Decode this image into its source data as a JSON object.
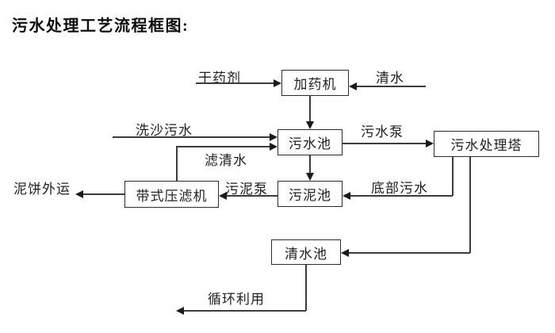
{
  "title": "污水处理工艺流程框图:",
  "diagram": {
    "type": "flowchart",
    "nodes": {
      "dosing_machine": {
        "label": "加药机"
      },
      "sewage_pool": {
        "label": "污水池"
      },
      "treatment_tower": {
        "label": "污水处理塔"
      },
      "belt_filter_press": {
        "label": "带式压滤机"
      },
      "sludge_pool": {
        "label": "污泥池"
      },
      "clear_water_pool": {
        "label": "清水池"
      }
    },
    "edges": {
      "dry_agent": {
        "label": "干药剂",
        "from": "external",
        "to": "加药机"
      },
      "clear_water_in": {
        "label": "清水",
        "from": "external",
        "to": "加药机"
      },
      "dosing_to_sewage_pool": {
        "label": "",
        "from": "加药机",
        "to": "污水池"
      },
      "sand_washing_sewage": {
        "label": "洗沙污水",
        "from": "external",
        "to": "污水池"
      },
      "filtered_water": {
        "label": "滤清水",
        "from": "带式压滤机",
        "to": "污水池"
      },
      "sewage_pump": {
        "label": "污水泵",
        "from": "污水池",
        "to": "污水处理塔"
      },
      "sewage_pool_to_sludge_pool": {
        "label": "",
        "from": "污水池",
        "to": "污泥池"
      },
      "sludge_pump": {
        "label": "污泥泵",
        "from": "污泥池",
        "to": "带式压滤机"
      },
      "mud_cake_out": {
        "label": "泥饼外运",
        "from": "带式压滤机",
        "to": "external"
      },
      "bottom_sewage": {
        "label": "底部污水",
        "from": "污水处理塔",
        "to": "污泥池"
      },
      "tower_to_clear_pool": {
        "label": "",
        "from": "污水处理塔",
        "to": "清水池"
      },
      "recycle": {
        "label": "循环利用",
        "from": "清水池",
        "to": "external"
      }
    }
  },
  "colors": {
    "background": "#ffffff",
    "line": "#3c3c3c",
    "node_border": "#2b2b2b",
    "text": "#1f1f1f"
  }
}
